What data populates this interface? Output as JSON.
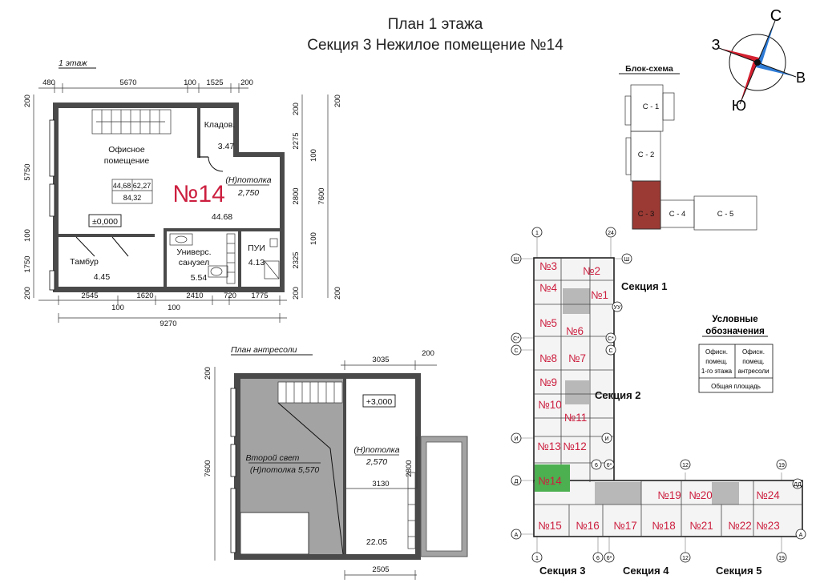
{
  "title": {
    "line1": "План 1 этажа",
    "line2": "Секция 3   Нежилое помещение №14"
  },
  "compass": {
    "north": "С",
    "east": "В",
    "south": "Ю",
    "west": "З"
  },
  "floor1": {
    "label": "1 этаж",
    "unit_label": "№14",
    "top_dims": [
      "480",
      "5670",
      "100",
      "1525",
      "200"
    ],
    "bottom_dims": [
      "2545",
      "1620",
      "2410",
      "720",
      "1775"
    ],
    "bottom_small": [
      "100",
      "100"
    ],
    "total_width": "9270",
    "left_dims": [
      "200",
      "5750",
      "100",
      "1750",
      "200"
    ],
    "right_dims": [
      "200",
      "2275",
      "100",
      "2800",
      "100",
      "2325",
      "200"
    ],
    "right_total": "7600",
    "rooms": {
      "office_name1": "Офисное",
      "office_name2": "помещение",
      "storage_name": "Кладов.",
      "storage_area": "3.47",
      "vestibule_name": "Тамбур",
      "vestibule_area": "4.45",
      "bathroom_name1": "Универс.",
      "bathroom_name2": "санузел",
      "bathroom_area": "5.54",
      "pui_name": "ПУИ",
      "pui_area": "4.13",
      "office_area": "44.68"
    },
    "area_box": {
      "v1": "44,68",
      "v2": "62,27",
      "v3": "84,32"
    },
    "level_mark": "±0,000",
    "ceiling_label": "(Н)потолка",
    "ceiling_value": "2,750"
  },
  "mezzanine": {
    "label": "План антресоли",
    "top_dims": [
      "3035",
      "200"
    ],
    "left_dims": [
      "200",
      "7600"
    ],
    "inner_dim": "3130",
    "vertical_dim": "2800",
    "bottom_dim": "2505",
    "void_label": "Второй свет",
    "void_ceiling": "(Н)потолка 5,570",
    "level_mark": "+3,000",
    "ceiling_label": "(Н)потолка",
    "ceiling_value": "2,570",
    "area": "22.05"
  },
  "block_scheme": {
    "title": "Блок-схема",
    "sections": [
      "С - 1",
      "С - 2",
      "С - 3",
      "С - 4",
      "С - 5"
    ],
    "highlight_color": "#9b3a34"
  },
  "site_plan": {
    "section_labels": [
      "Секция 1",
      "Секция 2",
      "Секция 3",
      "Секция 4",
      "Секция 5"
    ],
    "units_vertical": [
      "№3",
      "№2",
      "№4",
      "№1",
      "№5",
      "№6",
      "№8",
      "№7",
      "№9",
      "№10",
      "№11",
      "№13",
      "№12",
      "№14",
      "№15",
      "№16"
    ],
    "units_horizontal": [
      "№17",
      "№18",
      "№19",
      "№20",
      "№21",
      "№22",
      "№24",
      "№23"
    ],
    "axes": [
      "1",
      "24",
      "Ш",
      "Ш",
      "УУ",
      "С*",
      "С*",
      "С",
      "С",
      "И",
      "И",
      "Д",
      "ДД",
      "А",
      "А",
      "6",
      "6*",
      "12",
      "19",
      "1",
      "6",
      "6*",
      "12",
      "19"
    ],
    "highlight_color": "#4caf50",
    "unit_color": "#cc1f3f"
  },
  "legend": {
    "title1": "Условные",
    "title2": "обозначения",
    "col1": [
      "Офисн.",
      "помещ.",
      "1-го этажа"
    ],
    "col2": [
      "Офисн.",
      "помещ.",
      "антресоли"
    ],
    "total": "Общая площадь"
  }
}
